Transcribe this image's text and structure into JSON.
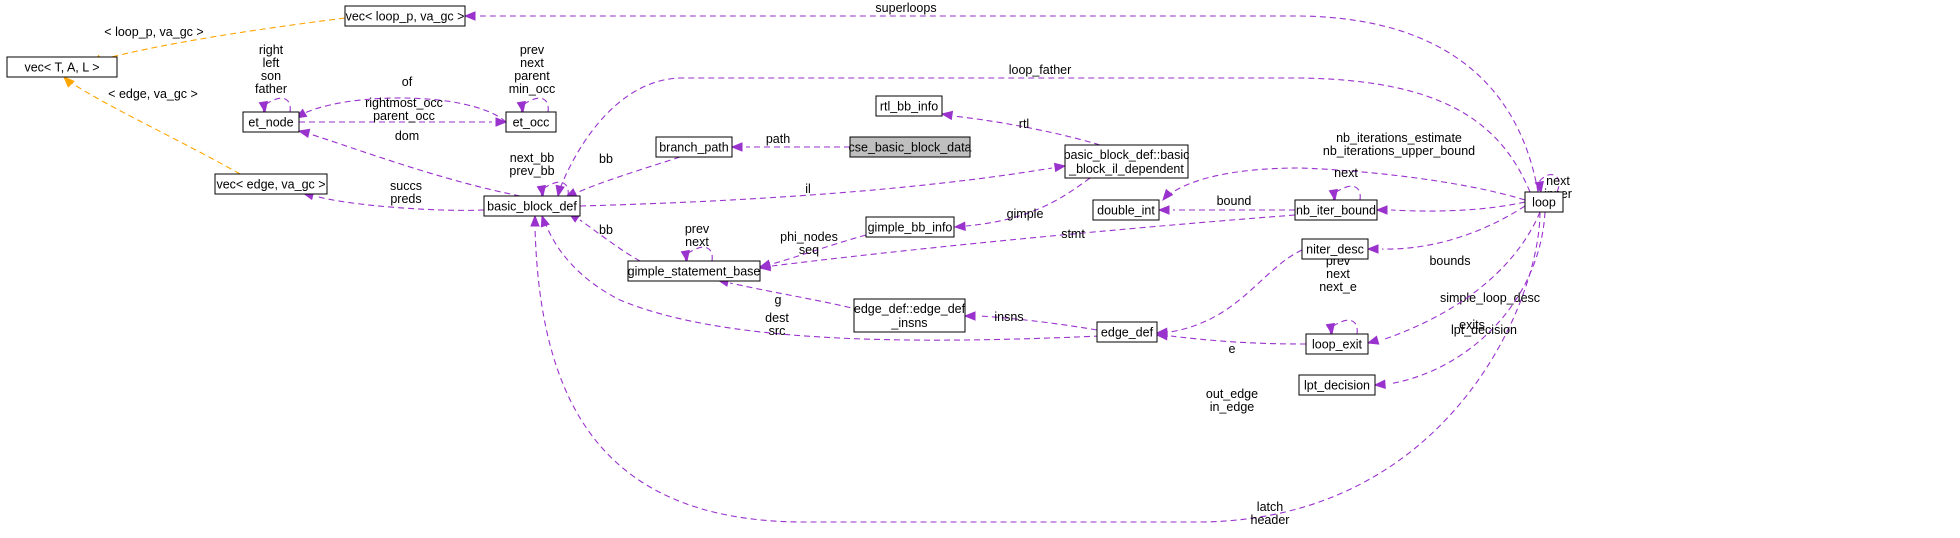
{
  "colors": {
    "member_edge": "#9a32cd",
    "template_edge": "#ffa500",
    "highlight_fill": "#bfbfbf"
  },
  "nodes": {
    "vec_t_a_l": {
      "lines": [
        "vec< T, A, L >"
      ]
    },
    "vec_loop_p": {
      "lines": [
        "vec< loop_p, va_gc >"
      ]
    },
    "et_node": {
      "lines": [
        "et_node"
      ]
    },
    "et_occ": {
      "lines": [
        "et_occ"
      ]
    },
    "vec_edge": {
      "lines": [
        "vec< edge, va_gc >"
      ]
    },
    "basic_block_def": {
      "lines": [
        "basic_block_def"
      ]
    },
    "branch_path": {
      "lines": [
        "branch_path"
      ]
    },
    "cse_basic_block_data": {
      "lines": [
        "cse_basic_block_data"
      ],
      "highlighted": true
    },
    "rtl_bb_info": {
      "lines": [
        "rtl_bb_info"
      ]
    },
    "bb_il_dependent": {
      "lines": [
        "basic_block_def::basic",
        "_block_il_dependent"
      ]
    },
    "gimple_bb_info": {
      "lines": [
        "gimple_bb_info"
      ]
    },
    "gimple_statement_base": {
      "lines": [
        "gimple_statement_base"
      ]
    },
    "edge_def_insns": {
      "lines": [
        "edge_def::edge_def",
        "_insns"
      ]
    },
    "edge_def": {
      "lines": [
        "edge_def"
      ]
    },
    "double_int": {
      "lines": [
        "double_int"
      ]
    },
    "nb_iter_bound": {
      "lines": [
        "nb_iter_bound"
      ]
    },
    "niter_desc": {
      "lines": [
        "niter_desc"
      ]
    },
    "loop_exit": {
      "lines": [
        "loop_exit"
      ]
    },
    "lpt_decision": {
      "lines": [
        "lpt_decision"
      ]
    },
    "loop": {
      "lines": [
        "loop"
      ]
    }
  },
  "edges": [
    {
      "from": "vec_loop_p",
      "to": "vec_t_a_l",
      "kind": "template",
      "labels": [
        "< loop_p, va_gc >"
      ]
    },
    {
      "from": "vec_edge",
      "to": "vec_t_a_l",
      "kind": "template",
      "labels": [
        "< edge, va_gc >"
      ]
    },
    {
      "from": "loop",
      "to": "vec_loop_p",
      "kind": "member",
      "labels": [
        "superloops"
      ]
    },
    {
      "from": "et_node",
      "to": "et_node",
      "kind": "member",
      "labels": [
        "right",
        "left",
        "son",
        "father"
      ]
    },
    {
      "from": "et_occ",
      "to": "et_occ",
      "kind": "member",
      "labels": [
        "prev",
        "next",
        "parent",
        "min_occ"
      ]
    },
    {
      "from": "et_occ",
      "to": "et_node",
      "kind": "member",
      "labels": [
        "of"
      ]
    },
    {
      "from": "et_node",
      "to": "et_occ",
      "kind": "member",
      "labels": [
        "rightmost_occ",
        "parent_occ"
      ]
    },
    {
      "from": "basic_block_def",
      "to": "et_node",
      "kind": "member",
      "labels": [
        "dom"
      ]
    },
    {
      "from": "basic_block_def",
      "to": "basic_block_def",
      "kind": "member",
      "labels": [
        "next_bb",
        "prev_bb"
      ]
    },
    {
      "from": "basic_block_def",
      "to": "vec_edge",
      "kind": "member",
      "labels": [
        "succs",
        "preds"
      ]
    },
    {
      "from": "branch_path",
      "to": "basic_block_def",
      "kind": "member",
      "labels": [
        "bb"
      ]
    },
    {
      "from": "cse_basic_block_data",
      "to": "branch_path",
      "kind": "member",
      "labels": [
        "path"
      ]
    },
    {
      "from": "loop",
      "to": "basic_block_def",
      "kind": "member",
      "labels": [
        "loop_father"
      ]
    },
    {
      "from": "basic_block_def",
      "to": "bb_il_dependent",
      "kind": "member",
      "labels": [
        "il"
      ]
    },
    {
      "from": "bb_il_dependent",
      "to": "rtl_bb_info",
      "kind": "member",
      "labels": [
        "rtl"
      ]
    },
    {
      "from": "bb_il_dependent",
      "to": "gimple_bb_info",
      "kind": "member",
      "labels": [
        "gimple"
      ]
    },
    {
      "from": "gimple_bb_info",
      "to": "gimple_statement_base",
      "kind": "member",
      "labels": [
        "phi_nodes",
        "seq"
      ]
    },
    {
      "from": "gimple_statement_base",
      "to": "gimple_statement_base",
      "kind": "member",
      "labels": [
        "prev",
        "next"
      ]
    },
    {
      "from": "gimple_statement_base",
      "to": "basic_block_def",
      "kind": "member",
      "labels": [
        "bb"
      ]
    },
    {
      "from": "edge_def_insns",
      "to": "gimple_statement_base",
      "kind": "member",
      "labels": [
        "g"
      ]
    },
    {
      "from": "edge_def",
      "to": "basic_block_def",
      "kind": "member",
      "labels": [
        "dest",
        "src"
      ]
    },
    {
      "from": "edge_def",
      "to": "edge_def_insns",
      "kind": "member",
      "labels": [
        "insns"
      ]
    },
    {
      "from": "loop",
      "to": "basic_block_def",
      "kind": "member",
      "labels": [
        "latch",
        "header"
      ]
    },
    {
      "from": "nb_iter_bound",
      "to": "gimple_statement_base",
      "kind": "member",
      "labels": [
        "stmt"
      ]
    },
    {
      "from": "nb_iter_bound",
      "to": "double_int",
      "kind": "member",
      "labels": [
        "bound"
      ]
    },
    {
      "from": "loop",
      "to": "double_int",
      "kind": "member",
      "labels": [
        "nb_iterations_estimate",
        "nb_iterations_upper_bound"
      ]
    },
    {
      "from": "nb_iter_bound",
      "to": "nb_iter_bound",
      "kind": "member",
      "labels": [
        "next"
      ]
    },
    {
      "from": "loop",
      "to": "nb_iter_bound",
      "kind": "member",
      "labels": [
        "bounds"
      ]
    },
    {
      "from": "loop",
      "to": "loop",
      "kind": "member",
      "labels": [
        "next",
        "inner"
      ]
    },
    {
      "from": "loop",
      "to": "niter_desc",
      "kind": "member",
      "labels": [
        "simple_loop_desc"
      ]
    },
    {
      "from": "niter_desc",
      "to": "edge_def",
      "kind": "member",
      "labels": [
        "out_edge",
        "in_edge"
      ]
    },
    {
      "from": "loop",
      "to": "loop_exit",
      "kind": "member",
      "labels": [
        "exits"
      ]
    },
    {
      "from": "loop_exit",
      "to": "loop_exit",
      "kind": "member",
      "labels": [
        "prev",
        "next",
        "next_e"
      ]
    },
    {
      "from": "loop_exit",
      "to": "edge_def",
      "kind": "member",
      "labels": [
        "e"
      ]
    },
    {
      "from": "loop",
      "to": "lpt_decision",
      "kind": "member",
      "labels": [
        "lpt_decision"
      ]
    }
  ]
}
